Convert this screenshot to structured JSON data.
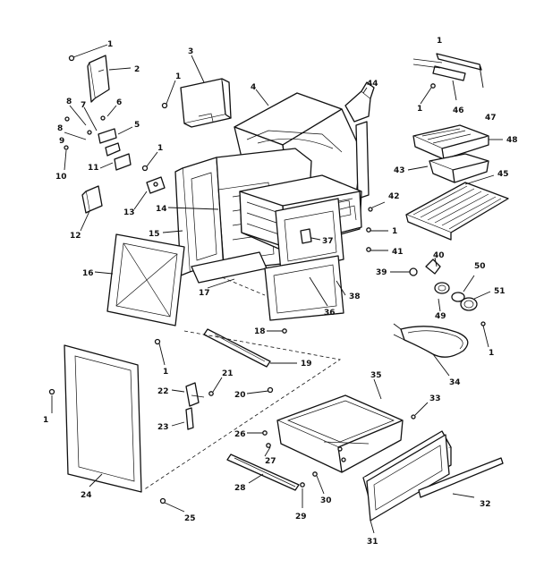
{
  "callouts": [
    {
      "id": "c1a",
      "text": "1"
    },
    {
      "id": "c2",
      "text": "2"
    },
    {
      "id": "c3",
      "text": "3"
    },
    {
      "id": "c1b",
      "text": "1"
    },
    {
      "id": "c4",
      "text": "4"
    },
    {
      "id": "c44",
      "text": "44"
    },
    {
      "id": "c8a",
      "text": "8"
    },
    {
      "id": "c7",
      "text": "7"
    },
    {
      "id": "c6",
      "text": "6"
    },
    {
      "id": "c5",
      "text": "5"
    },
    {
      "id": "c8b",
      "text": "8"
    },
    {
      "id": "c9",
      "text": "9"
    },
    {
      "id": "c11",
      "text": "11"
    },
    {
      "id": "c10",
      "text": "10"
    },
    {
      "id": "c1c",
      "text": "1"
    },
    {
      "id": "c13",
      "text": "13"
    },
    {
      "id": "c12",
      "text": "12"
    },
    {
      "id": "c14",
      "text": "14"
    },
    {
      "id": "c15",
      "text": "15"
    },
    {
      "id": "c16",
      "text": "16"
    },
    {
      "id": "c17",
      "text": "17"
    },
    {
      "id": "c1d",
      "text": "1"
    },
    {
      "id": "c46",
      "text": "46"
    },
    {
      "id": "c47",
      "text": "47"
    },
    {
      "id": "c1e",
      "text": "1"
    },
    {
      "id": "c48",
      "text": "48"
    },
    {
      "id": "c43",
      "text": "43"
    },
    {
      "id": "c42",
      "text": "42"
    },
    {
      "id": "c45",
      "text": "45"
    },
    {
      "id": "c1f",
      "text": "1"
    },
    {
      "id": "c41",
      "text": "41"
    },
    {
      "id": "c37",
      "text": "37"
    },
    {
      "id": "c40",
      "text": "40"
    },
    {
      "id": "c39",
      "text": "39"
    },
    {
      "id": "c50",
      "text": "50"
    },
    {
      "id": "c49",
      "text": "49"
    },
    {
      "id": "c51",
      "text": "51"
    },
    {
      "id": "c38",
      "text": "38"
    },
    {
      "id": "c36",
      "text": "36"
    },
    {
      "id": "c1g",
      "text": "1"
    },
    {
      "id": "c18",
      "text": "18"
    },
    {
      "id": "c19",
      "text": "19"
    },
    {
      "id": "c1h",
      "text": "1"
    },
    {
      "id": "c21",
      "text": "21"
    },
    {
      "id": "c22",
      "text": "22"
    },
    {
      "id": "c20",
      "text": "20"
    },
    {
      "id": "c23",
      "text": "23"
    },
    {
      "id": "c34",
      "text": "34"
    },
    {
      "id": "c35",
      "text": "35"
    },
    {
      "id": "c33",
      "text": "33"
    },
    {
      "id": "c26",
      "text": "26"
    },
    {
      "id": "c27",
      "text": "27"
    },
    {
      "id": "c28",
      "text": "28"
    },
    {
      "id": "c29",
      "text": "29"
    },
    {
      "id": "c30",
      "text": "30"
    },
    {
      "id": "c31",
      "text": "31"
    },
    {
      "id": "c32",
      "text": "32"
    },
    {
      "id": "c24",
      "text": "24"
    },
    {
      "id": "c25",
      "text": "25"
    },
    {
      "id": "c1i",
      "text": "1"
    }
  ]
}
